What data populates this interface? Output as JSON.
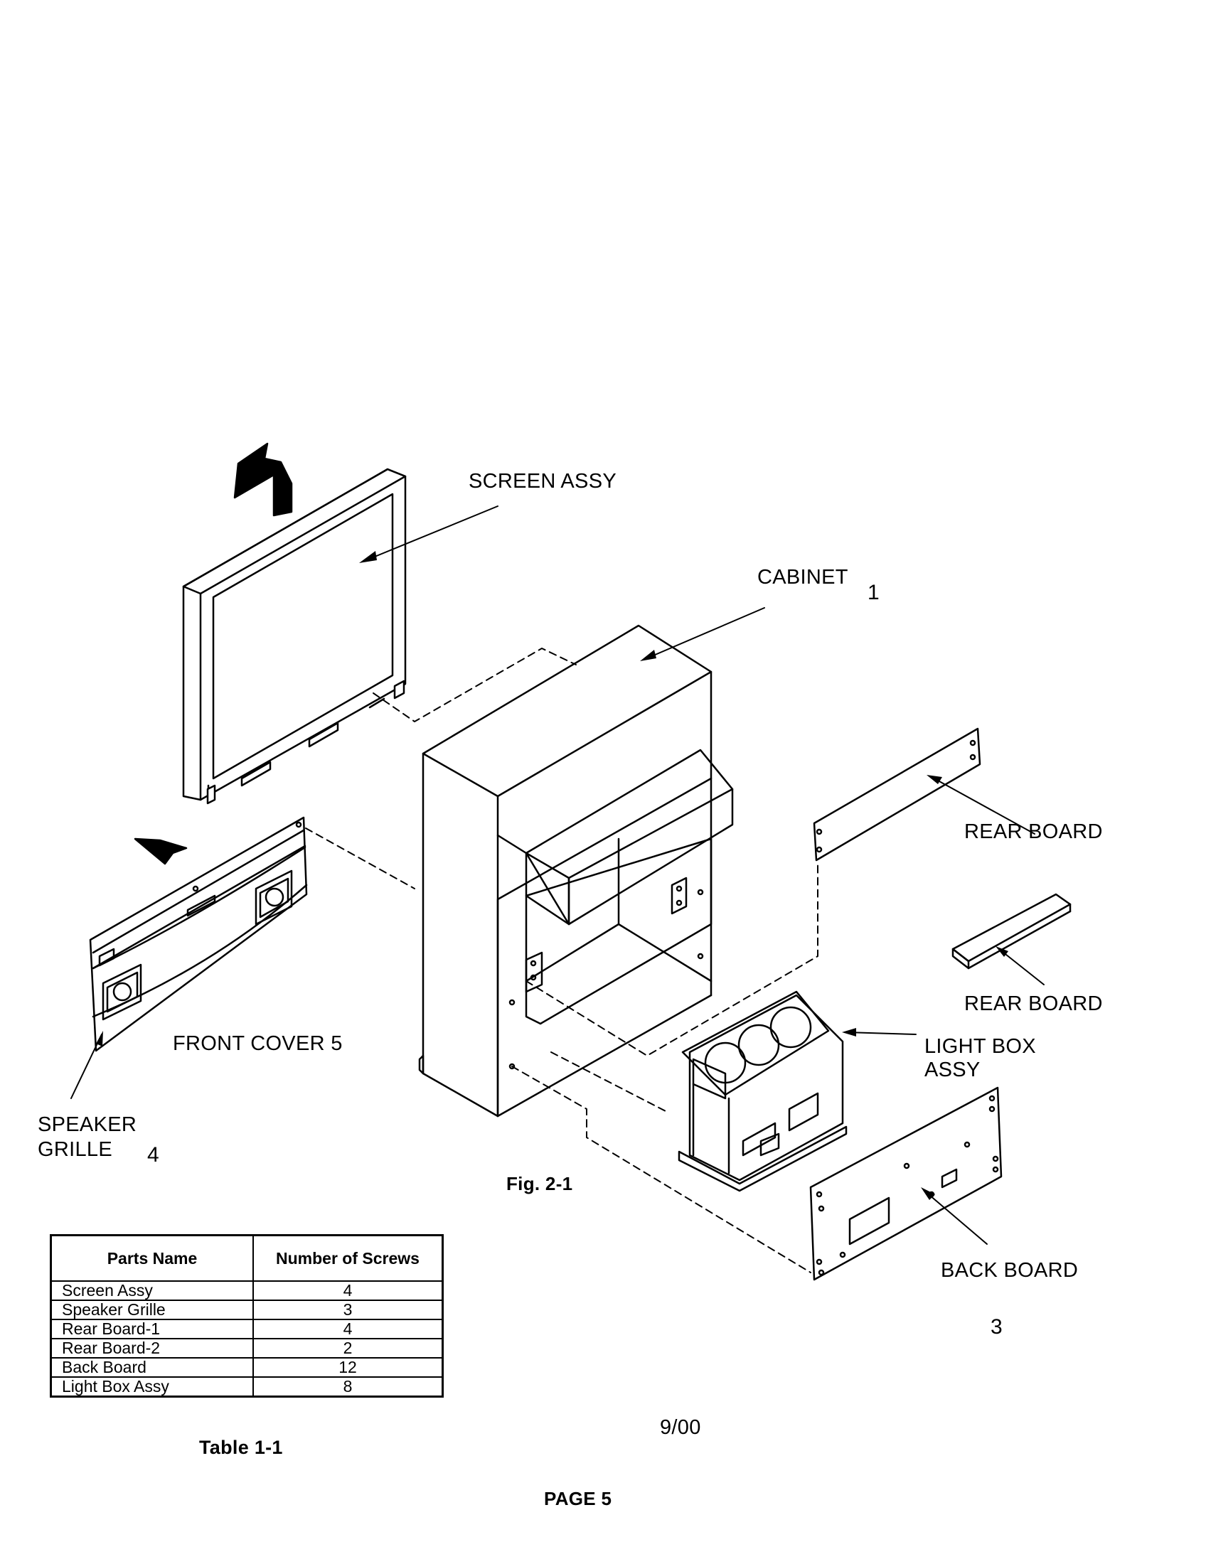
{
  "labels": {
    "screen_assy": "SCREEN  ASSY",
    "cabinet": "CABINET",
    "rear_board_1": "REAR BOARD",
    "rear_board_2": "REAR BOARD",
    "light_box": [
      "LIGHT BOX",
      "ASSY"
    ],
    "front_cover": "FRONT COVER 5",
    "speaker_grille": [
      "SPEAKER",
      "GRILLE"
    ],
    "back_board": "BACK  BOARD"
  },
  "callout_numbers": {
    "cabinet": "1",
    "speaker_grille": "4",
    "back_board": "3"
  },
  "figure_caption": "Fig. 2-1",
  "table": {
    "headers": [
      "Parts Name",
      "Number of Screws"
    ],
    "rows": [
      {
        "name": "Screen Assy",
        "screws": "4"
      },
      {
        "name": "Speaker Grille",
        "screws": "3"
      },
      {
        "name": "Rear Board-1",
        "screws": "4"
      },
      {
        "name": "Rear Board-2",
        "screws": "2"
      },
      {
        "name": "Back Board",
        "screws": "12"
      },
      {
        "name": "Light Box Assy",
        "screws": "8"
      }
    ],
    "caption": "Table 1-1"
  },
  "date": "9/00",
  "page": "PAGE 5"
}
